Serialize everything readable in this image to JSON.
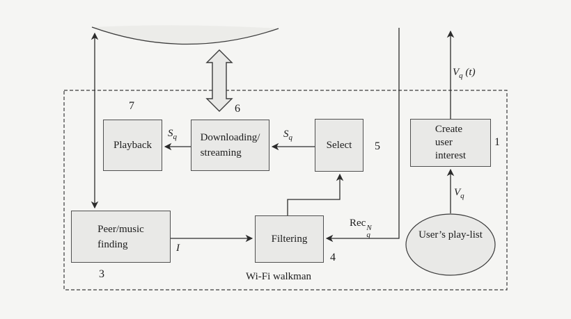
{
  "figure": {
    "boundary_label": "Wi-Fi walkman",
    "nodes": {
      "playback": {
        "label": "Playback",
        "number": "7"
      },
      "downloading": {
        "line1": "Downloading/",
        "line2": "streaming",
        "number": "6"
      },
      "select": {
        "label": "Select",
        "number": "5"
      },
      "create_user_interest": {
        "line1": "Create",
        "line2": "user",
        "line3": "interest",
        "number": "1"
      },
      "peer_music_finding": {
        "line1": "Peer/music",
        "line2": "finding",
        "number": "3"
      },
      "filtering": {
        "label": "Filtering",
        "number": "4"
      },
      "users_playlist": {
        "label": "User’s play-list"
      }
    },
    "edge_labels": {
      "sq_to_playback": {
        "base": "S",
        "sub": "q"
      },
      "sq_to_downloading": {
        "base": "S",
        "sub": "q"
      },
      "vq_t": {
        "base": "V",
        "sub": "q",
        "rest": "(t)"
      },
      "vq": {
        "base": "V",
        "sub": "q"
      },
      "rec_n_q": {
        "base": "Rec",
        "sup": "N",
        "sub": "q"
      },
      "item_i": {
        "base": "I"
      }
    },
    "colors": {
      "background": "#f5f5f3",
      "node_fill": "#e9e9e7",
      "node_border": "#4f4f4f",
      "line": "#2b2b2b"
    }
  }
}
